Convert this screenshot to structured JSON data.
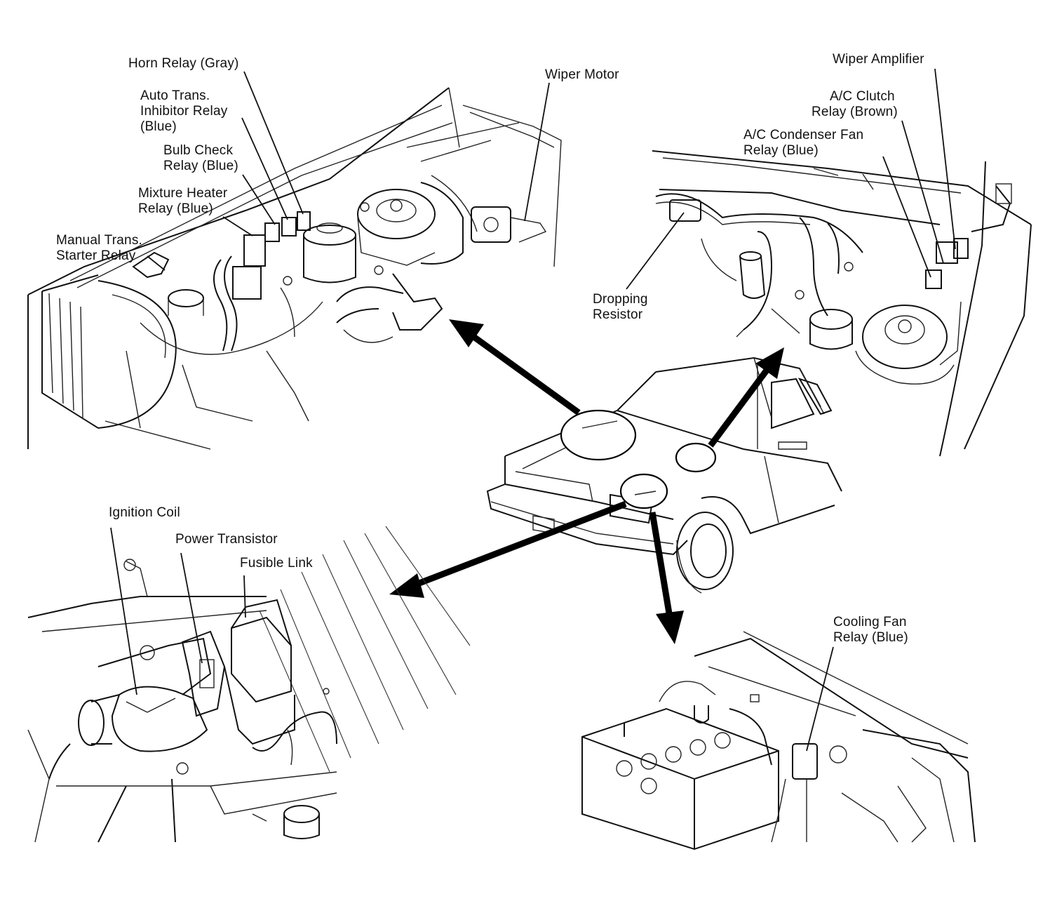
{
  "labels": {
    "horn_relay": "Horn Relay (Gray)",
    "auto_trans_relay": [
      "Auto Trans.",
      "Inhibitor Relay",
      "(Blue)"
    ],
    "bulb_check_relay": [
      "Bulb Check",
      "Relay (Blue)"
    ],
    "mixture_heater_relay": [
      "Mixture Heater",
      "Relay (Blue)"
    ],
    "manual_trans_relay": [
      "Manual Trans.",
      "Starter Relay"
    ],
    "wiper_motor": "Wiper Motor",
    "wiper_amplifier": "Wiper Amplifier",
    "ac_clutch_relay": [
      "A/C Clutch",
      "Relay (Brown)"
    ],
    "ac_condenser_fan_relay": [
      "A/C Condenser Fan",
      "Relay (Blue)"
    ],
    "dropping_resistor": [
      "Dropping",
      "Resistor"
    ],
    "ignition_coil": "Ignition Coil",
    "power_transistor": "Power Transistor",
    "fusible_link": "Fusible Link",
    "cooling_fan_relay": [
      "Cooling Fan",
      "Relay (Blue)"
    ]
  },
  "colors": {
    "ink": "#111111",
    "paper": "#ffffff"
  }
}
